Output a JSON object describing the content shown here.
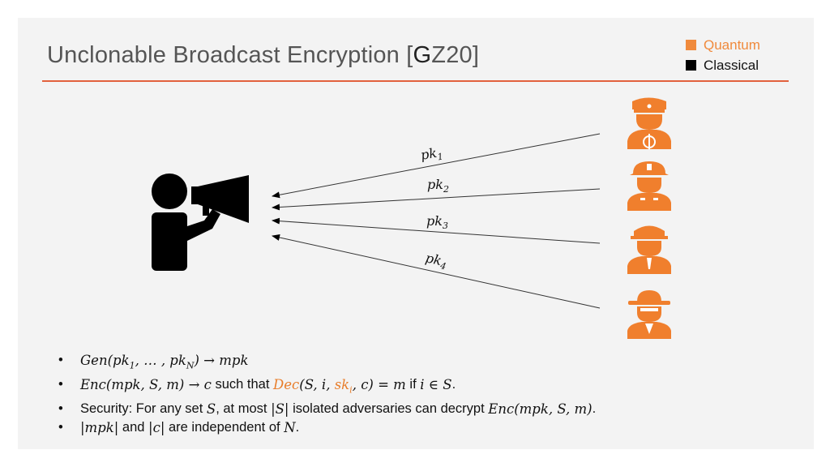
{
  "title": {
    "pre": "Unclonable Broadcast Encryption [",
    "g": "G",
    "post": "Z20]"
  },
  "legend": {
    "quantum": "Quantum",
    "classical": "Classical",
    "quantum_color": "#f08a3c",
    "classical_color": "#000000"
  },
  "diagram": {
    "broadcaster_icon": "megaphone-person-icon",
    "receiver_icons": [
      "captain-icon",
      "firefighter-icon",
      "police-officer-icon",
      "spy-icon"
    ],
    "keys": [
      {
        "base": "pk",
        "sub": "1"
      },
      {
        "base": "pk",
        "sub": "2"
      },
      {
        "base": "pk",
        "sub": "3"
      },
      {
        "base": "pk",
        "sub": "4"
      }
    ]
  },
  "bullets": {
    "b1": {
      "gen": "Gen(pk",
      "s1": "1",
      "mid": ", … , pk",
      "sN": "N",
      "end": ") → mpk"
    },
    "b2": {
      "enc": "Enc(mpk, S, m) → c",
      "such": " such that ",
      "dec": "Dec",
      "args1": "(S, i, ",
      "sk": "sk",
      "ski": "i",
      "args2": ", c) = m",
      "if": " if ",
      "cond": "i ∈ S",
      "period": "."
    },
    "b3": {
      "t1": "Security: For any set ",
      "S": "S",
      "t2": ", at most ",
      "absS": "|S|",
      "t3": " isolated adversaries can decrypt ",
      "enc": "Enc(mpk, S, m)",
      "t4": "."
    },
    "b4": {
      "mpk": "|mpk|",
      "and": " and ",
      "c": "|c|",
      "t": " are independent of ",
      "N": "N",
      "period": "."
    }
  }
}
